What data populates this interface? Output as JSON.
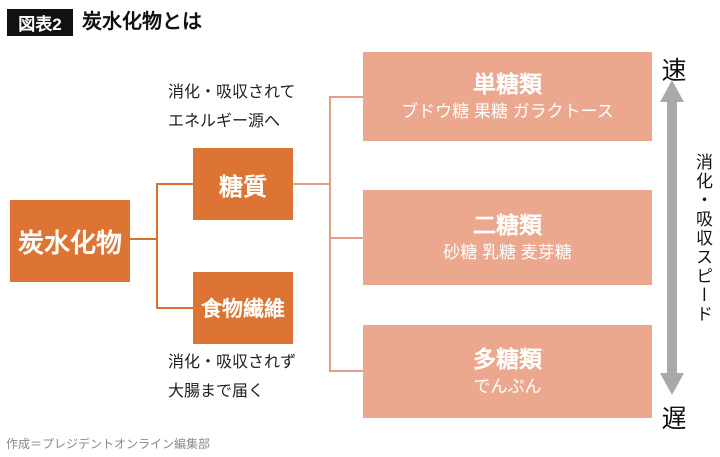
{
  "header": {
    "badge": "図表2",
    "title": "炭水化物とは"
  },
  "root_box": {
    "label": "炭水化物"
  },
  "branches": [
    {
      "label": "糖質",
      "note_lines": [
        "消化・吸収されて",
        "エネルギー源へ"
      ]
    },
    {
      "label": "食物繊維",
      "note_lines": [
        "消化・吸収されず",
        "大腸まで届く"
      ]
    }
  ],
  "sugar_types": [
    {
      "title": "単糖類",
      "examples": "ブドウ糖 果糖 ガラクトース"
    },
    {
      "title": "二糖類",
      "examples": "砂糖 乳糖 麦芽糖"
    },
    {
      "title": "多糖類",
      "examples": "でんぷん"
    }
  ],
  "speed_axis": {
    "fast": "速",
    "slow": "遅",
    "label": "消化・吸収スピード"
  },
  "footer": {
    "credit": "作成＝プレジデントオンライン編集部"
  },
  "colors": {
    "dark_orange": "#dd7434",
    "salmon": "#eca78f",
    "left_line": "#d96f33",
    "right_line": "#e59d86",
    "arrow_gray": "#a9a9a9",
    "badge_bg": "#111111",
    "credit_gray": "#898989"
  }
}
